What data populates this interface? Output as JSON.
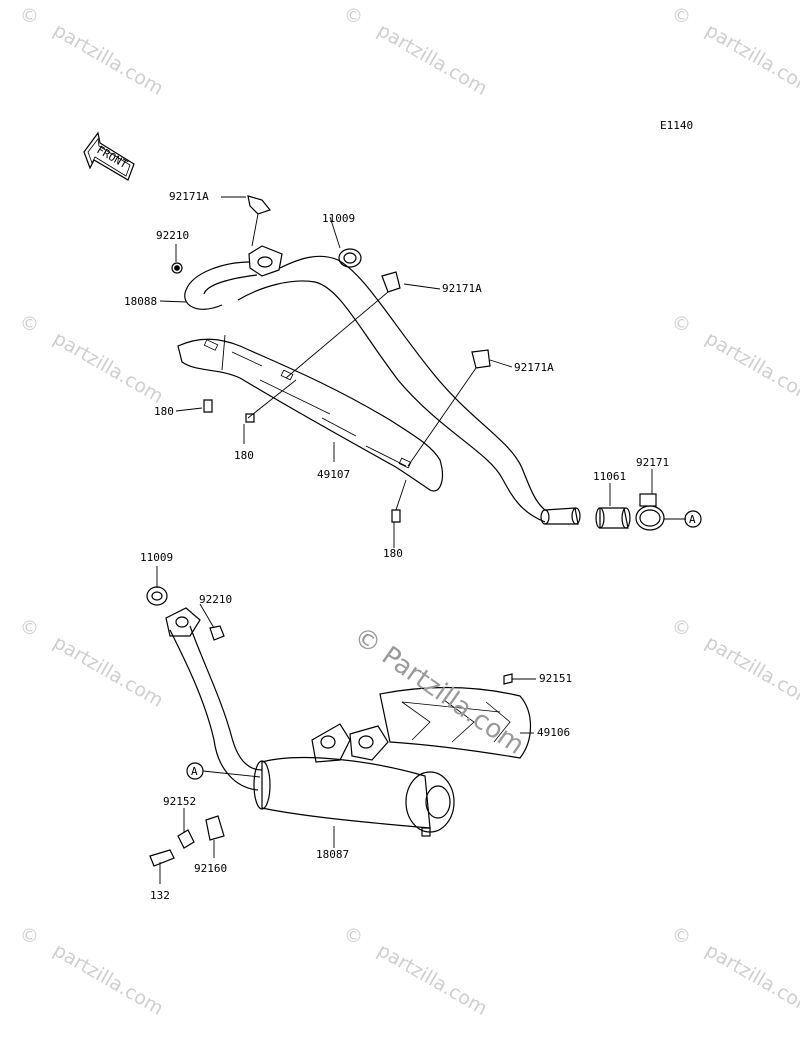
{
  "diagram": {
    "code": "E1140",
    "front_arrow_label": "FRONT",
    "watermark": "© Partzilla.com",
    "watermark_small": "partzilla.com",
    "watermark_symbol": "©",
    "callout_a": "A",
    "parts": [
      {
        "id": "p0",
        "number": "92171A"
      },
      {
        "id": "p1",
        "number": "92210"
      },
      {
        "id": "p2",
        "number": "11009"
      },
      {
        "id": "p3",
        "number": "92171A"
      },
      {
        "id": "p4",
        "number": "18088"
      },
      {
        "id": "p5",
        "number": "92171A"
      },
      {
        "id": "p6",
        "number": "180"
      },
      {
        "id": "p7",
        "number": "180"
      },
      {
        "id": "p8",
        "number": "49107"
      },
      {
        "id": "p9",
        "number": "11061"
      },
      {
        "id": "p10",
        "number": "92171"
      },
      {
        "id": "p11",
        "number": "180"
      },
      {
        "id": "p12",
        "number": "11009"
      },
      {
        "id": "p13",
        "number": "92210"
      },
      {
        "id": "p14",
        "number": "92151"
      },
      {
        "id": "p15",
        "number": "49106"
      },
      {
        "id": "p16",
        "number": "92152"
      },
      {
        "id": "p17",
        "number": "18087"
      },
      {
        "id": "p18",
        "number": "92160"
      },
      {
        "id": "p19",
        "number": "132"
      }
    ]
  }
}
